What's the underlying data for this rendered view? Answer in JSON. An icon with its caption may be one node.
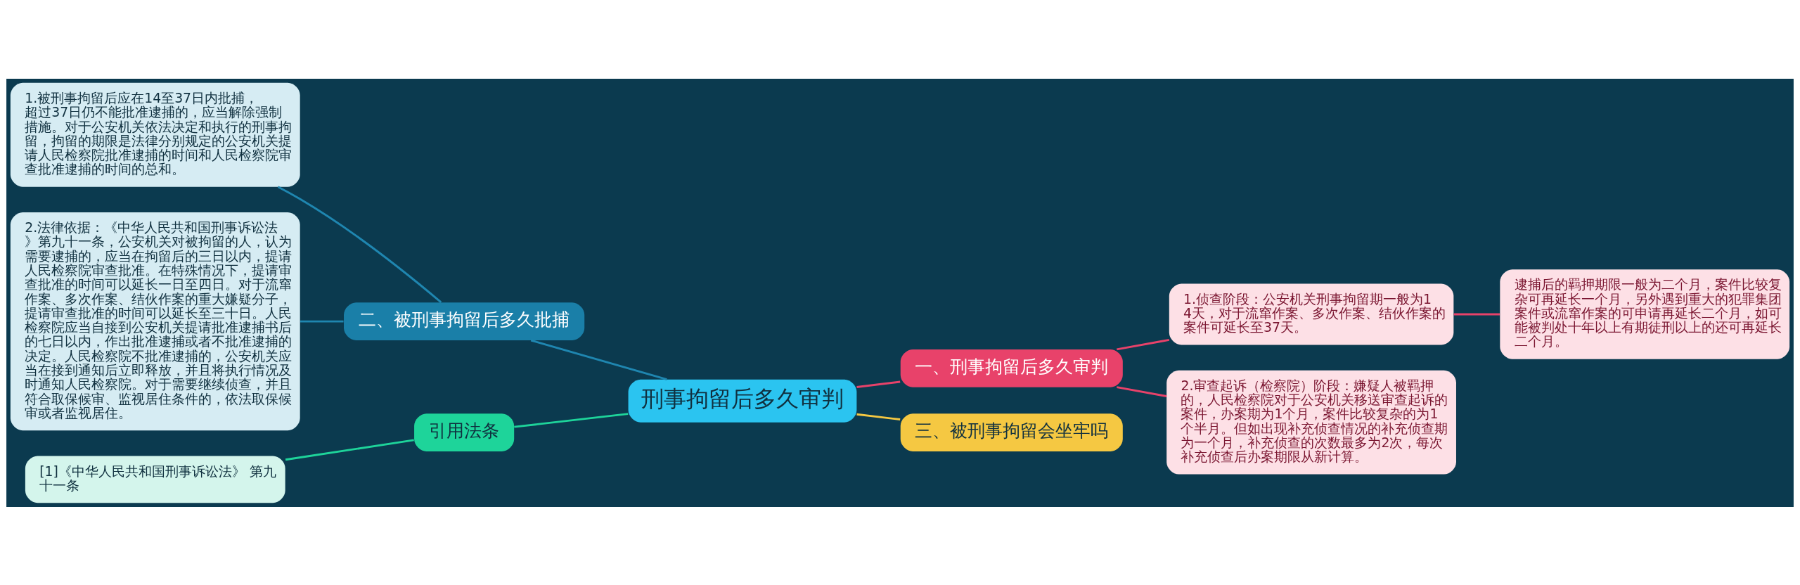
{
  "diagram": {
    "nodes": [
      {
        "text": [
          "刑事拘留后多久审判"
        ]
      },
      {
        "text": [
          "二、被刑事拘留后多久批捕"
        ]
      },
      {
        "text": [
          "1.被刑事拘留后应在14至37日内批捕，超过37日仍不能批准逮捕的，应当解除强制措施。对于公安机关依法决定和执行的刑事拘留，拘留的期限是法律分别规定的公安机关提请人民检察院批准逮捕的时间和人民检察院审查批准逮捕的时间的总和。"
        ]
      },
      {
        "text": [
          "2.法律依据：《中华人民共和国刑事诉讼法》第九十一条，公安机关对被拘留的人，认为需要逮捕的，应当在拘留后的三日以内，提请人民检察院审查批准。在特殊情况下，提请审查批准的时间可以延长一日至四日。对于流窜作案、多次作案、结伙作案的重大嫌疑分子，提请审查批准的时间可以延长至三十日。人民检察院应当自接到公安机关提请批准逮捕书后的七日以内，作出批准逮捕或者不批准逮捕的决定。人民检察院不批准逮捕的，公安机关应当在接到通知后立即释放，并且将执行情况及时通知人民检察院。对于需要继续侦查，并且符合取保候审、监视居住条件的，依法取保候审或者监视居住。"
        ]
      },
      {
        "text": [
          "引用法条"
        ]
      },
      {
        "text": [
          "[1]《中华人民共和国刑事诉讼法》 第九十一条"
        ]
      },
      {
        "text": [
          "一、刑事拘留后多久审判"
        ]
      },
      {
        "text": [
          "1.侦查阶段：公安机关刑事拘留期一般为14天，对于流窜作案、多次作案、结伙作案的案件可延长至37天。"
        ]
      },
      {
        "text": [
          "逮捕后的羁押期限一般为二个月，案件比较复杂可再延长一个月，另外遇到重大的犯罪集团案件或流窜作案的可申请再延长二个月，如可能被判处十年以上有期徒刑以上的还可再延长二个月。"
        ]
      },
      {
        "text": [
          "2.审查起诉（检察院）阶段：嫌疑人被羁押的，人民检察院对于公安机关移送审查起诉的案件，办案期为1个月，案件比较复杂的为1个半月。但如出现补充侦查情况的补充侦查期为一个月，补充侦查的次数最多为2次，每次补充侦查后办案期限从新计算。"
        ]
      },
      {
        "text": [
          "三、被刑事拘留会坐牢吗"
        ]
      }
    ],
    "edges": [
      {
        "from": 0,
        "to": 1,
        "arrow": "none",
        "color": "#1f86b0"
      },
      {
        "from": 1,
        "to": 2,
        "arrow": "none",
        "color": "#1f86b0"
      },
      {
        "from": 1,
        "to": 3,
        "arrow": "none",
        "color": "#1f86b0"
      },
      {
        "from": 0,
        "to": 4,
        "arrow": "none",
        "color": "#1ed49a"
      },
      {
        "from": 4,
        "to": 5,
        "arrow": "none",
        "color": "#1ed49a"
      },
      {
        "from": 0,
        "to": 6,
        "arrow": "none",
        "color": "#e8426a"
      },
      {
        "from": 6,
        "to": 7,
        "arrow": "none",
        "color": "#e8426a"
      },
      {
        "from": 7,
        "to": 8,
        "arrow": "none",
        "color": "#e8426a"
      },
      {
        "from": 6,
        "to": 9,
        "arrow": "none",
        "color": "#e8426a"
      },
      {
        "from": 0,
        "to": 10,
        "arrow": "none",
        "color": "#f5c842"
      }
    ]
  }
}
